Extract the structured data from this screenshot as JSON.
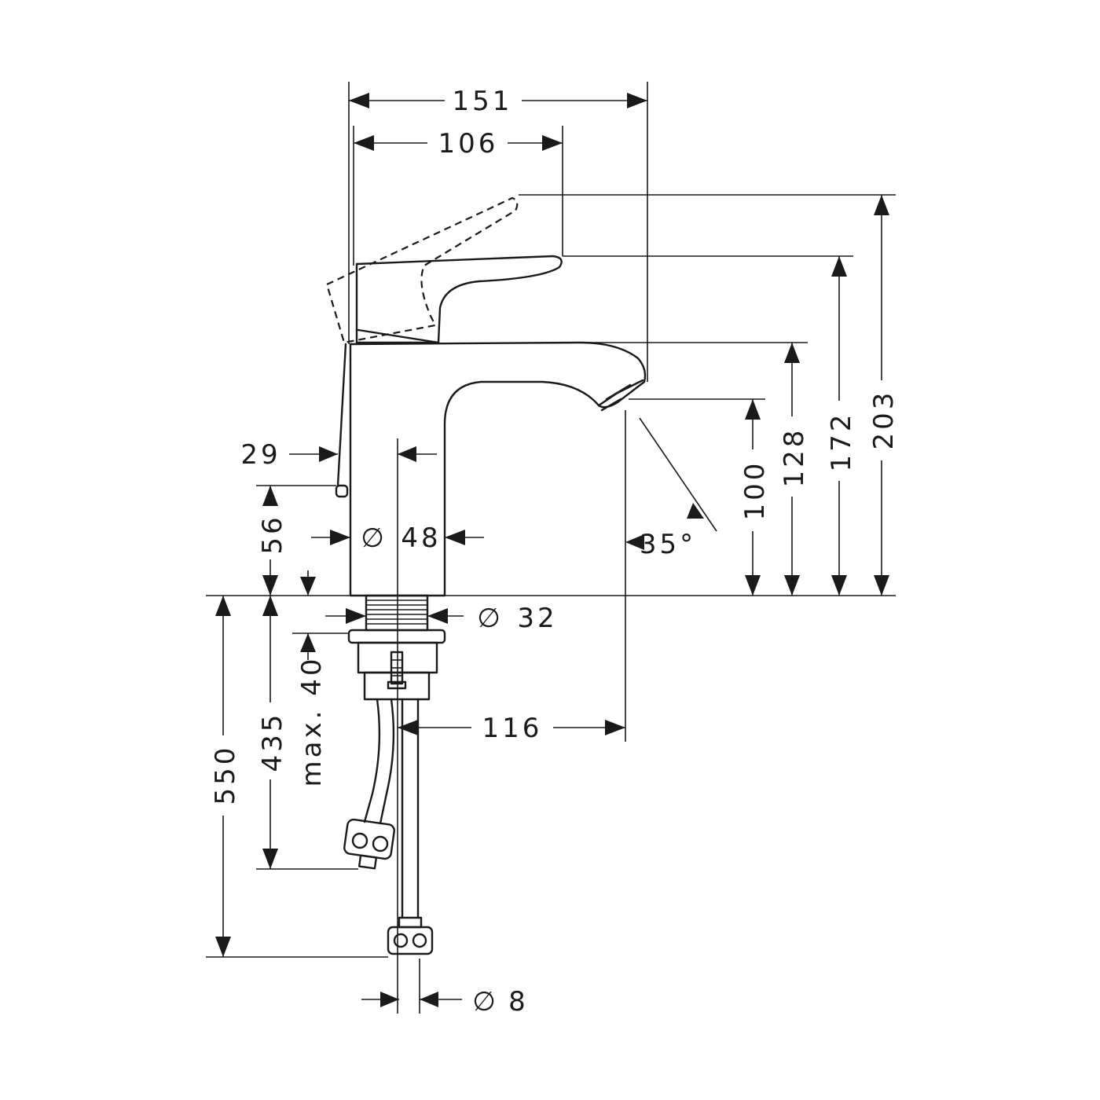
{
  "dimensions": {
    "width_overall": "151",
    "width_spout": "106",
    "height_203": "203",
    "height_172": "172",
    "height_128": "128",
    "height_100": "100",
    "offset_29": "29",
    "height_56": "56",
    "diameter_symbol": "∅",
    "body_diameter": "48",
    "angle": "35°",
    "thread_diameter": "32",
    "max_40": "max. 40",
    "depth_435": "435",
    "depth_550": "550",
    "projection_116": "116",
    "hose_diameter": "8"
  }
}
